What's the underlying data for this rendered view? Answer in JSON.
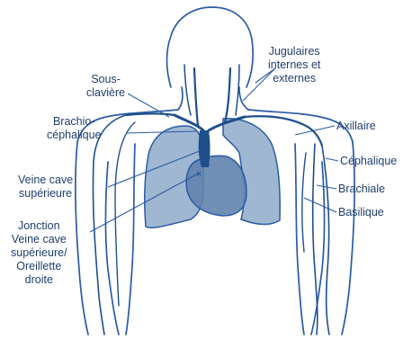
{
  "figure": {
    "colors": {
      "outline": "#2b5aa6",
      "vein": "#1e4f8c",
      "lung_fill": "#7f9fc2",
      "heart_fill": "#5f83ad",
      "text": "#1f3f6e"
    },
    "labels": {
      "jugulaires": "Jugulaires\ninternes et\nexternes",
      "sous_claviere": "Sous-\nclavière",
      "brachio_cephalique": "Brachio-\ncéphalique",
      "axillaire": "Axillaire",
      "cephalique": "Céphalique",
      "veine_cave_superieure": "Veine cave\nsupérieure",
      "brachiale": "Brachiale",
      "basilique": "Basilique",
      "jonction": "Jonction\nVeine cave\nsupérieure/\nOreillette\ndroite"
    }
  }
}
